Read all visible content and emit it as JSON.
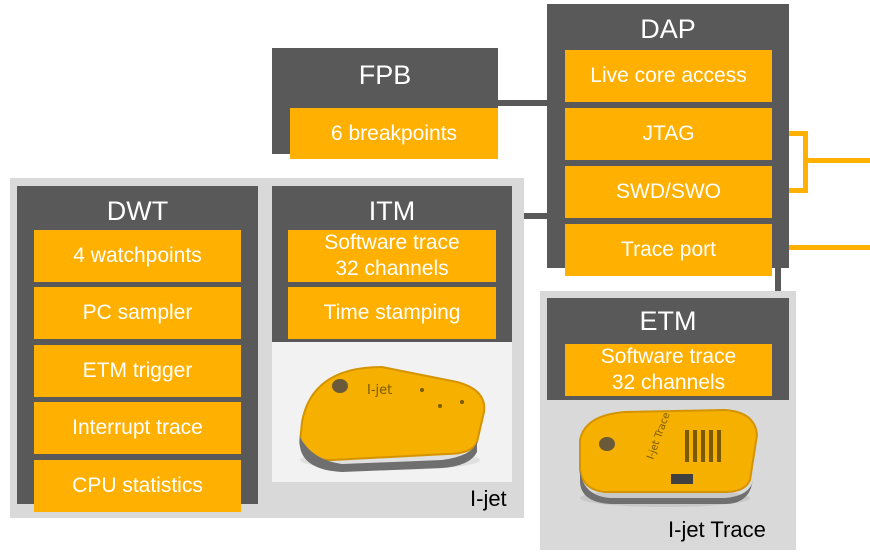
{
  "fpb": {
    "title": "FPB",
    "items": [
      "6 breakpoints"
    ]
  },
  "dap": {
    "title": "DAP",
    "items": [
      "Live core access",
      "JTAG",
      "SWD/SWO",
      "Trace port"
    ]
  },
  "dwt": {
    "title": "DWT",
    "items": [
      "4 watchpoints",
      "PC sampler",
      "ETM trigger",
      "Interrupt trace",
      "CPU statistics"
    ]
  },
  "itm": {
    "title": "ITM",
    "items": [
      "Software trace\n32 channels",
      "Time stamping"
    ]
  },
  "etm": {
    "title": "ETM",
    "items": [
      "Software trace\n32 channels"
    ]
  },
  "ijet": {
    "caption": "I-jet",
    "device_label": "I-jet"
  },
  "ijet_trace": {
    "caption": "I-jet Trace",
    "device_label": "I-jet Trace"
  },
  "colors": {
    "dark": "#595959",
    "orange": "#ffb000",
    "grey": "#d9d9d9"
  }
}
